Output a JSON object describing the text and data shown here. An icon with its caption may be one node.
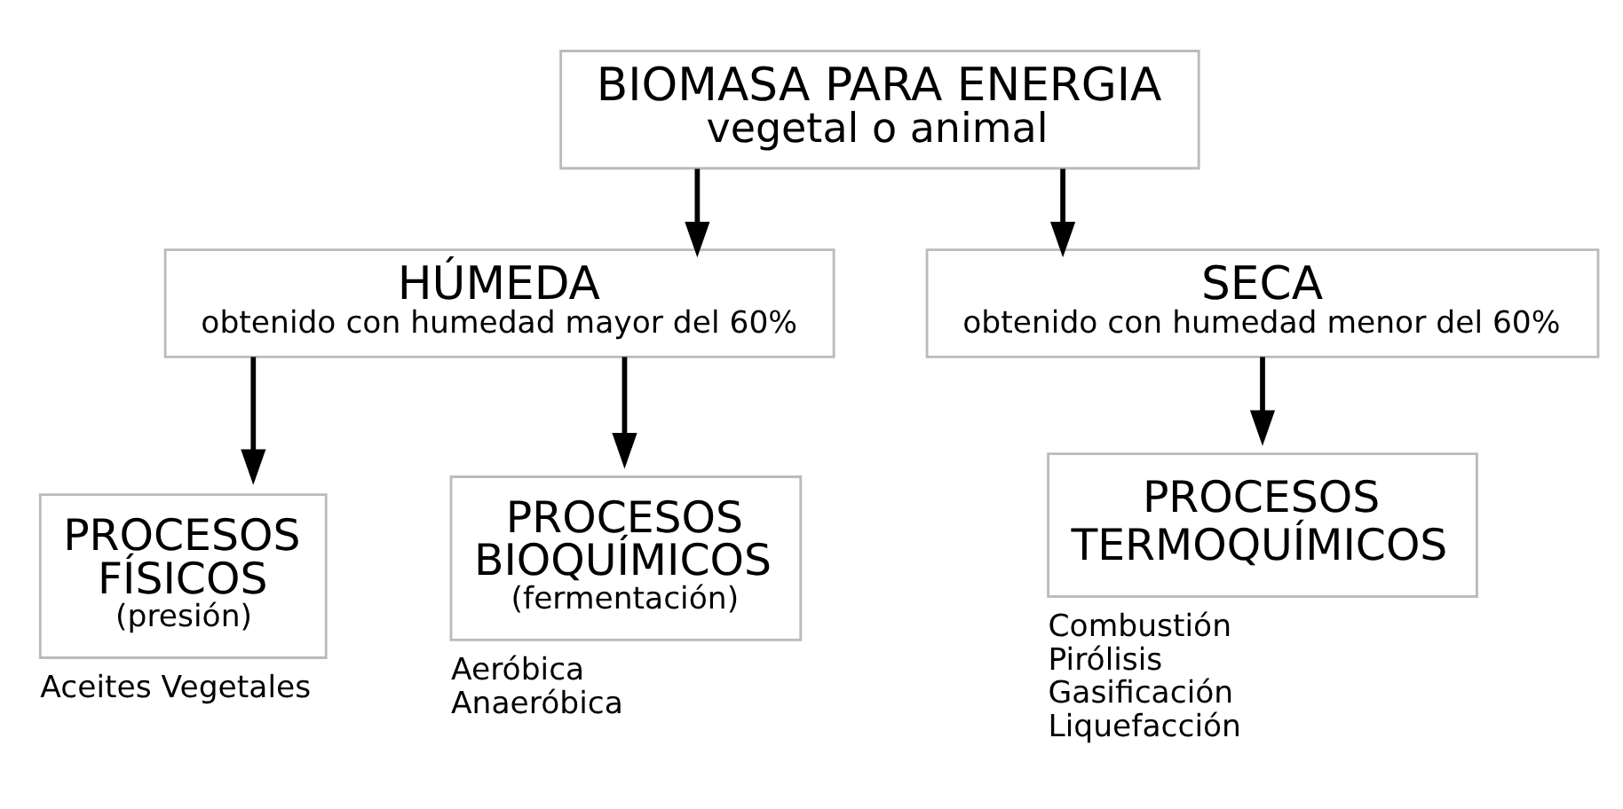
{
  "diagram": {
    "nodes": [
      {
        "text": [
          "BIOMASA PARA ENERGIA",
          "vegetal o animal"
        ]
      },
      {
        "text": [
          "HÚMEDA",
          "obtenido con humedad mayor del 60%"
        ]
      },
      {
        "text": [
          "SECA",
          "obtenido con humedad menor del 60%"
        ]
      },
      {
        "text": [
          "PROCESOS FÍSICOS",
          "(presión)"
        ],
        "beside": [
          "Aceites Vegetales"
        ]
      },
      {
        "text": [
          "PROCESOS BIOQUÍMICOS",
          "(fermentación)"
        ],
        "beside": [
          "Aeróbica",
          "Anaeróbica"
        ]
      },
      {
        "text": [
          "PROCESOS TERMOQUÍMICOS"
        ],
        "beside": [
          "Combustión",
          "Pirólisis",
          "Gasificación",
          "Liquefacción"
        ]
      }
    ],
    "edges": [
      {
        "from": 0,
        "to": 1,
        "arrow": "to"
      },
      {
        "from": 0,
        "to": 2,
        "arrow": "to"
      },
      {
        "from": 1,
        "to": 3,
        "arrow": "to"
      },
      {
        "from": 1,
        "to": 4,
        "arrow": "to"
      },
      {
        "from": 2,
        "to": 5,
        "arrow": "to"
      }
    ]
  }
}
